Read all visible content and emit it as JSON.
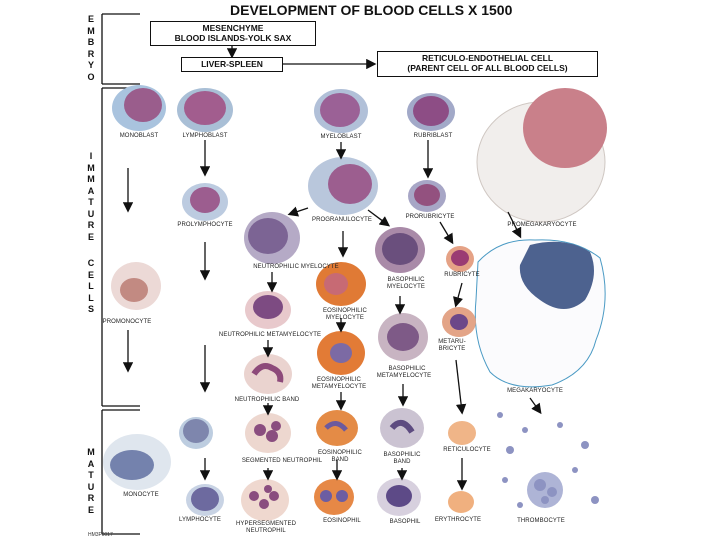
{
  "title": "DEVELOPMENT OF BLOOD CELLS X 1500",
  "stages": {
    "embryo": "EMBRYO",
    "immature": "IMMATURE",
    "cells": "CELLS",
    "mature": "MATURE"
  },
  "boxes": {
    "mesenchyme_line1": "MESENCHYME",
    "mesenchyme_line2": "BLOOD ISLANDS-YOLK SAX",
    "liver_spleen": "LIVER-SPLEEN",
    "reticulo_line1": "RETICULO-ENDOTHELIAL CELL",
    "reticulo_line2": "(PARENT CELL OF ALL BLOOD CELLS)"
  },
  "cells": {
    "monoblast": "MONOBLAST",
    "lymphoblast": "LYMPHOBLAST",
    "myeloblast": "MYELOBLAST",
    "rubriblast": "RUBRIBLAST",
    "prolymphocyte": "PROLYMPHOCYTE",
    "progranulocyte": "PROGRANULOCYTE",
    "prorubricyte": "PRORUBRICYTE",
    "promegakaryocyte": "PROMEGAKARYOCYTE",
    "neutrophilic_myelocyte": "NEUTROPHILIC MYELOCYTE",
    "rubricyte": "RUBRICYTE",
    "basophilic_myelocyte_1": "BASOPHILIC",
    "basophilic_myelocyte_2": "MYELOCYTE",
    "eosinophilic_myelocyte_1": "EOSINOPHILIC",
    "eosinophilic_myelocyte_2": "MYELOCYTE",
    "promonocyte": "PROMONOCYTE",
    "neutrophilic_metamyelocyte": "NEUTROPHILIC METAMYELOCYTE",
    "metarubricyte_1": "METARU-",
    "metarubricyte_2": "BRICYTE",
    "basophilic_metamyelocyte_1": "BASOPHILIC",
    "basophilic_metamyelocyte_2": "METAMYELOCYTE",
    "eosinophilic_metamyelocyte_1": "EOSINOPHILIC",
    "eosinophilic_metamyelocyte_2": "METAMYELOCYTE",
    "megakaryocyte": "MEGAKARYOCYTE",
    "neutrophilic_band": "NEUTROPHILIC BAND",
    "eosinophilic_band_1": "EOSINOPHILIC",
    "eosinophilic_band_2": "BAND",
    "basophilic_band_1": "BASOPHILIC",
    "basophilic_band_2": "BAND",
    "reticulocyte": "RETICULOCYTE",
    "segmented_neutrophil": "SEGMENTED NEUTROPHIL",
    "monocyte": "MONOCYTE",
    "lymphocyte": "LYMPHOCYTE",
    "hypersegmented_1": "HYPERSEGMENTED",
    "hypersegmented_2": "NEUTROPHIL",
    "eosinophil": "EOSINOPHIL",
    "basophil": "BASOPHIL",
    "erythrocyte": "ERYTHROCYTE",
    "thrombocyte": "THROMBOCYTE"
  },
  "code": "HM3F0017",
  "colors": {
    "nucleus_purple": "#7b5a9a",
    "cytoplasm_blue": "#9fb3d6",
    "eosin_orange": "#e0702a",
    "rbc_pink": "#d9849a",
    "outline_blue": "#4a9ac4"
  }
}
